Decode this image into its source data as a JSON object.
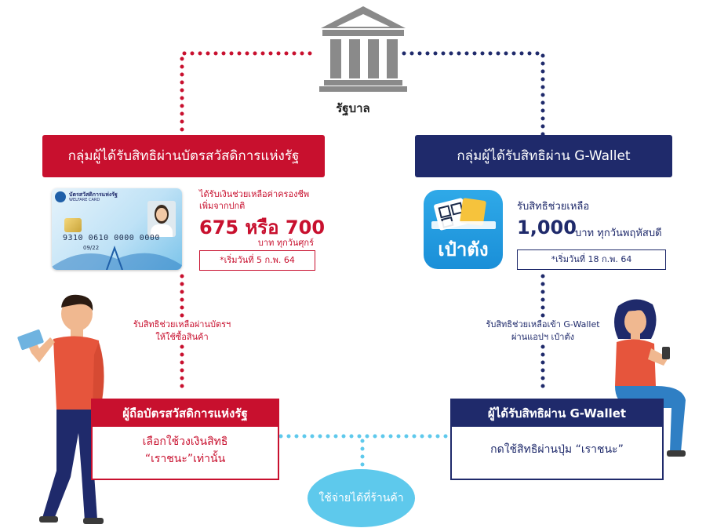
{
  "government": {
    "label": "รัฐบาล",
    "icon": "government-building-icon"
  },
  "left_group": {
    "banner": "กลุ่มผู้ได้รับสิทธิผ่านบัตรสวัสดิการแห่งรัฐ",
    "card": {
      "title": "บัตรสวัสดิการแห่งรัฐ",
      "subtitle": "WELFARE CARD",
      "number": "9310 0610 0000 0000",
      "expiry": "09/22"
    },
    "desc_line1": "ได้รับเงินช่วยเหลือค่าครองชีพ",
    "desc_line2": "เพิ่มจากปกติ",
    "amount": "675 หรือ 700",
    "unit": "บาท ทุกวันศุกร์",
    "start_note": "*เริ่มวันที่ 5 ก.พ. 64",
    "connector_line1": "รับสิทธิช่วยเหลือผ่านบัตรฯ",
    "connector_line2": "ให้ใช้ซื้อสินค้า",
    "box_title": "ผู้ถือบัตรสวัสดิการแห่งรัฐ",
    "box_line1": "เลือกใช้วงเงินสิทธิ",
    "box_line2": "“เราชนะ”เท่านั้น"
  },
  "right_group": {
    "banner": "กลุ่มผู้ได้รับสิทธิผ่าน G-Wallet",
    "app_name": "เป๋าตัง",
    "desc_line1": "รับสิทธิช่วยเหลือ",
    "amount": "1,000",
    "unit": "บาท ทุกวันพฤหัสบดี",
    "start_note": "*เริ่มวันที่ 18 ก.พ. 64",
    "connector_line1": "รับสิทธิช่วยเหลือเข้า G-Wallet",
    "connector_line2": "ผ่านแอปฯ เป๋าตัง",
    "box_title": "ผู้ได้รับสิทธิผ่าน G-Wallet",
    "box_line1": "กดใช้สิทธิผ่านปุ่ม “เราชนะ”"
  },
  "shop_bubble": "ใช้จ่ายได้ที่ร้านค้า",
  "colors": {
    "red": "#c8102e",
    "navy": "#1f2a6b",
    "cyan": "#5ec9ec",
    "gray": "#8a8a8a"
  }
}
